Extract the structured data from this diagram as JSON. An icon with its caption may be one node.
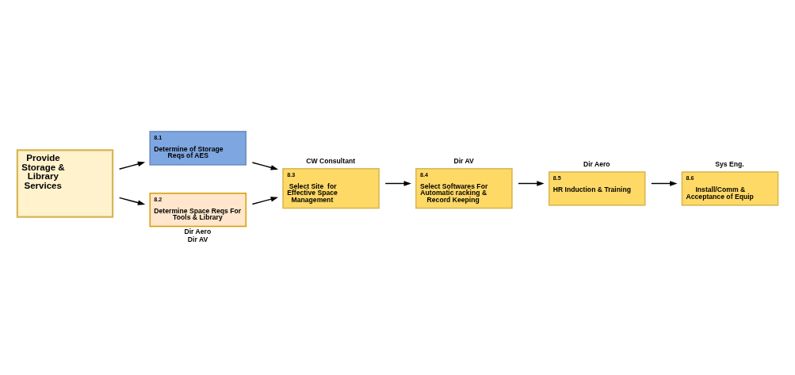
{
  "diagram": {
    "nodes": [
      {
        "text": [
          "Provide Storage & Library Services"
        ]
      },
      {
        "text": [
          "8.1",
          "Determine of Storage Reqs of AES"
        ]
      },
      {
        "text": [
          "8.3",
          "Select Site  for Effective Space Management"
        ],
        "beside": [
          "CW Consultant"
        ]
      },
      {
        "text": [
          "8.4",
          "Select Softwares For Automatic racking & Record Keeping"
        ],
        "beside": [
          "Dir AV"
        ]
      },
      {
        "text": [
          "8.5",
          "HR Induction & Training"
        ],
        "beside": [
          "Dir Aero"
        ]
      },
      {
        "text": [
          "8.6",
          "Install/Comm & Acceptance of Equip"
        ],
        "beside": [
          "Sys Eng."
        ]
      },
      {
        "text": [
          "8.2",
          "Determine Space Reqs For Tools & Library"
        ],
        "beside": [
          "Dir Aero",
          "Dir AV"
        ]
      }
    ],
    "edges": [
      {
        "from": 0,
        "to": 1,
        "arrow": "to"
      },
      {
        "from": 0,
        "to": 6,
        "arrow": "to"
      },
      {
        "from": 1,
        "to": 2,
        "arrow": "to"
      },
      {
        "from": 6,
        "to": 2,
        "arrow": "to"
      },
      {
        "from": 2,
        "to": 3,
        "arrow": "to"
      },
      {
        "from": 3,
        "to": 4,
        "arrow": "to"
      },
      {
        "from": 4,
        "to": 5,
        "arrow": "to"
      }
    ]
  }
}
